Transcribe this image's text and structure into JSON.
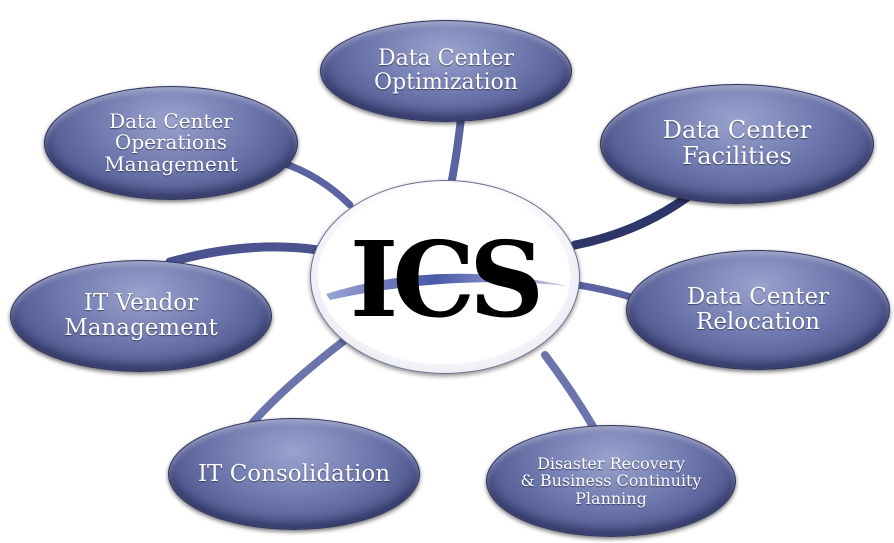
{
  "center": {
    "logo_text": "ICS"
  },
  "nodes": {
    "optimization": "Data Center\nOptimization",
    "operations": "Data Center\nOperations\nManagement",
    "facilities": "Data Center\nFacilities",
    "vendor": "IT Vendor\nManagement",
    "relocation": "Data Center\nRelocation",
    "consolidation": "IT Consolidation",
    "disaster": "Disaster Recovery\n& Business Continuity\nPlanning"
  },
  "colors": {
    "node_fill": "#6e77ad",
    "node_dark": "#3b416f",
    "logo_black": "#000000",
    "swoosh_blue": "#5a67b4"
  }
}
